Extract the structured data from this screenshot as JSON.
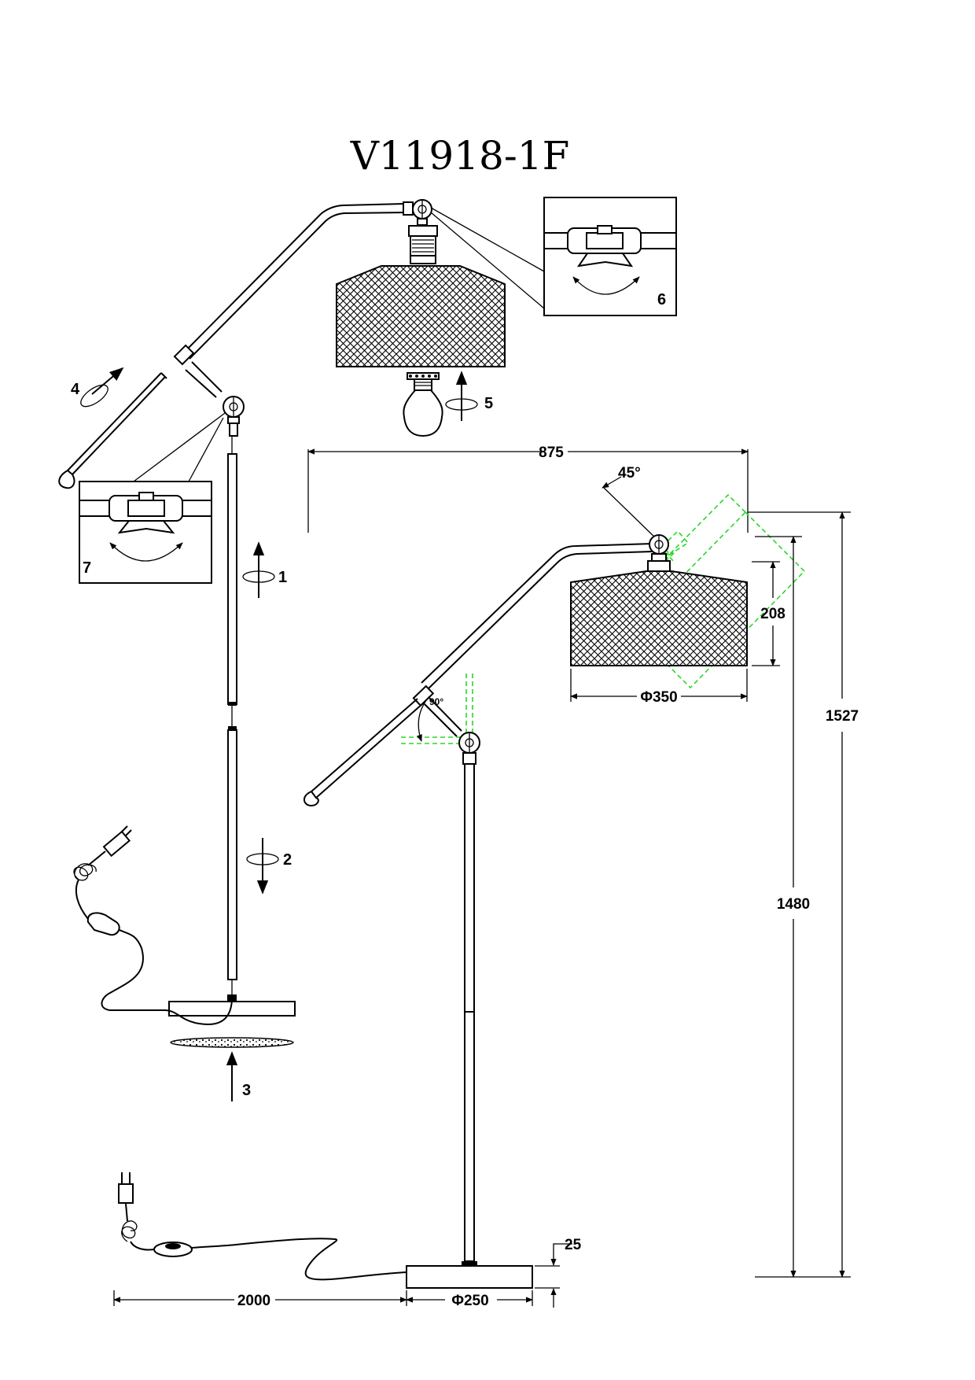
{
  "title": "V11918-1F",
  "steps": {
    "s1": "1",
    "s2": "2",
    "s3": "3",
    "s4": "4",
    "s5": "5",
    "s6": "6",
    "s7": "7"
  },
  "dimensions": {
    "width_875": "875",
    "tilt_45": "45°",
    "angle_90": "90°",
    "shade_height": "208",
    "shade_diameter": "Φ350",
    "total_height": "1527",
    "pole_height": "1480",
    "base_thickness": "25",
    "cord_length": "2000",
    "base_diameter": "Φ250"
  },
  "colors": {
    "line": "#000000",
    "adjust_preview": "#2bd62b"
  }
}
